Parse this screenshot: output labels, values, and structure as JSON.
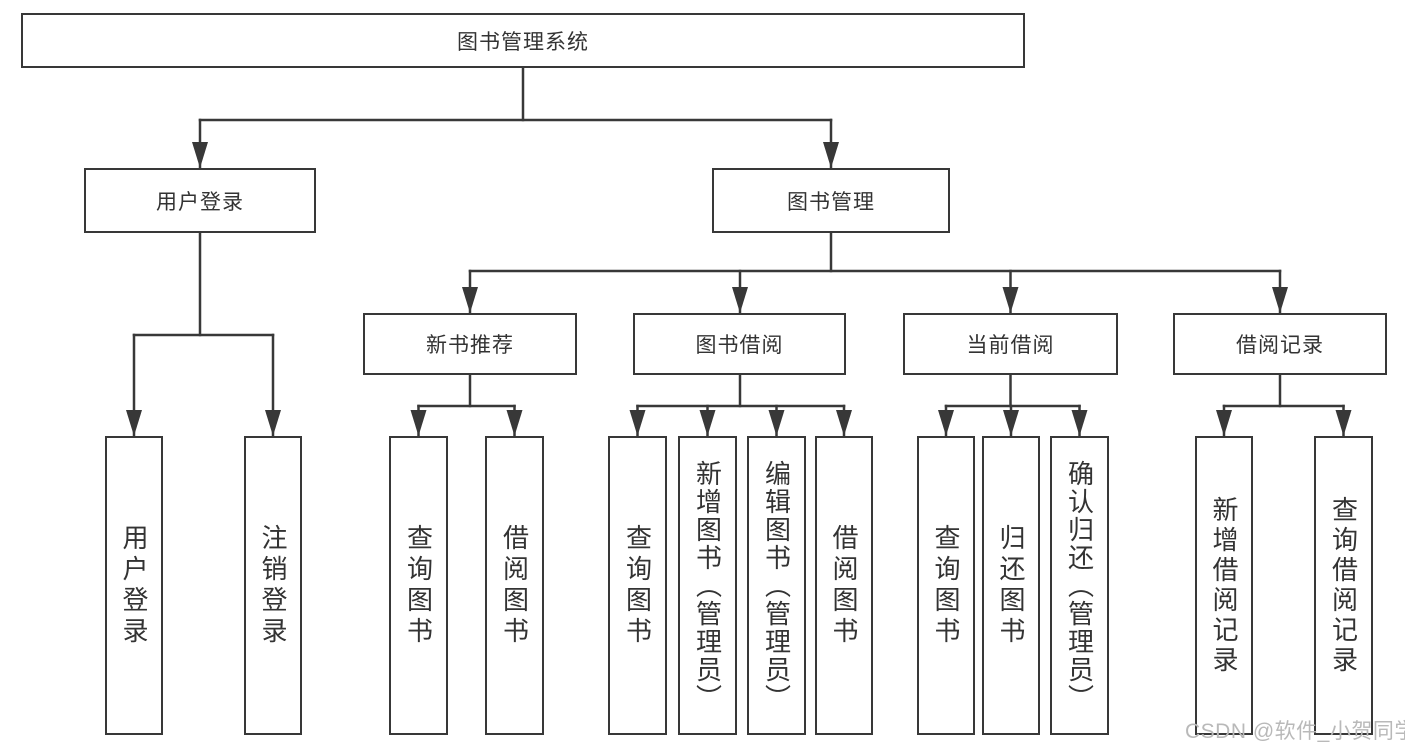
{
  "tree": {
    "root": "图书管理系统",
    "level2": [
      {
        "label": "用户登录",
        "leaves": [
          "用户登录",
          "注销登录"
        ]
      },
      {
        "label": "图书管理",
        "groups": [
          {
            "label": "新书推荐",
            "leaves": [
              "查询图书",
              "借阅图书"
            ]
          },
          {
            "label": "图书借阅",
            "leaves": [
              "查询图书",
              "新增图书（管理员）",
              "编辑图书（管理员）",
              "借阅图书"
            ]
          },
          {
            "label": "当前借阅",
            "leaves": [
              "查询图书",
              "归还图书",
              "确认归还（管理员）"
            ]
          },
          {
            "label": "借阅记录",
            "leaves": [
              "新增借阅记录",
              "查询借阅记录"
            ]
          }
        ]
      }
    ]
  },
  "watermark": "CSDN @软件_小贺同学",
  "colors": {
    "line": "#383838",
    "box_border": "#383838",
    "text": "#333333",
    "watermark": "#b9b9b9",
    "background": "#ffffff"
  }
}
